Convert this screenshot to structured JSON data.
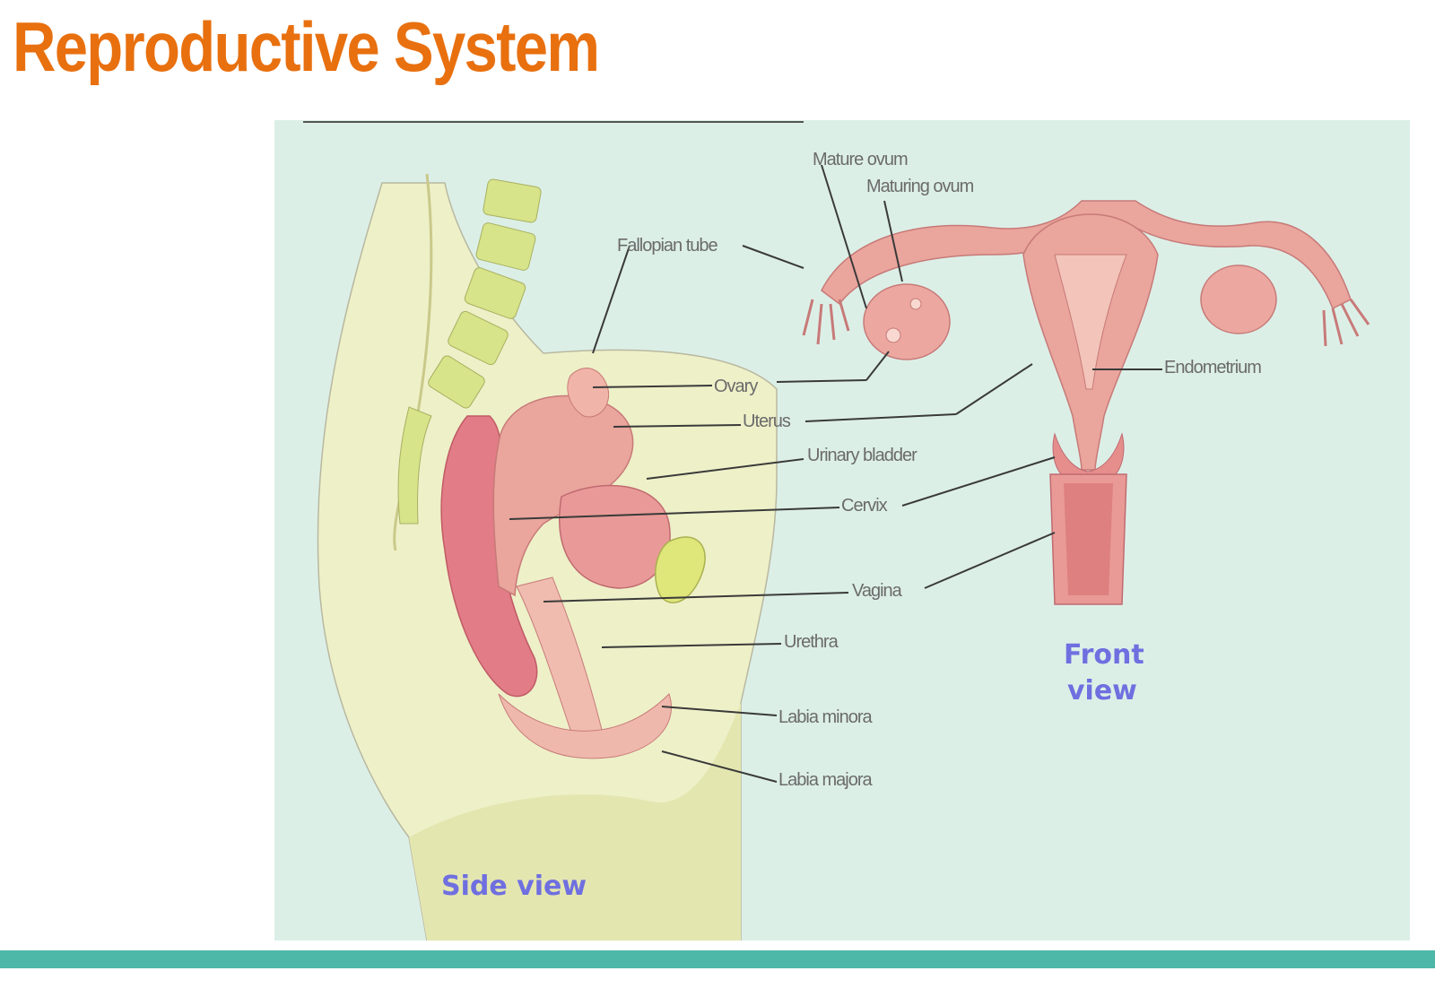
{
  "slide": {
    "title": "Reproductive System"
  },
  "figure": {
    "labels": {
      "mature_ovum": "Mature ovum",
      "maturing_ovum": "Maturing ovum",
      "fallopian_tube": "Fallopian tube",
      "ovary": "Ovary",
      "uterus": "Uterus",
      "urinary_bladder": "Urinary bladder",
      "cervix": "Cervix",
      "vagina": "Vagina",
      "urethra": "Urethra",
      "labia_minora": "Labia minora",
      "labia_majora": "Labia majora",
      "endometrium": "Endometrium"
    },
    "views": {
      "front_line1": "Front",
      "front_line2": "view",
      "side": "Side view"
    }
  },
  "colors": {
    "title": "#e8700f",
    "background": "#dcefe7",
    "tissue": "#e9a49a",
    "tissue_dark": "#d8767a",
    "spine": "#d7e48a",
    "skin": "#ecebb8",
    "view_label": "#6f6fe0",
    "footer_bar": "#4db8a8"
  }
}
